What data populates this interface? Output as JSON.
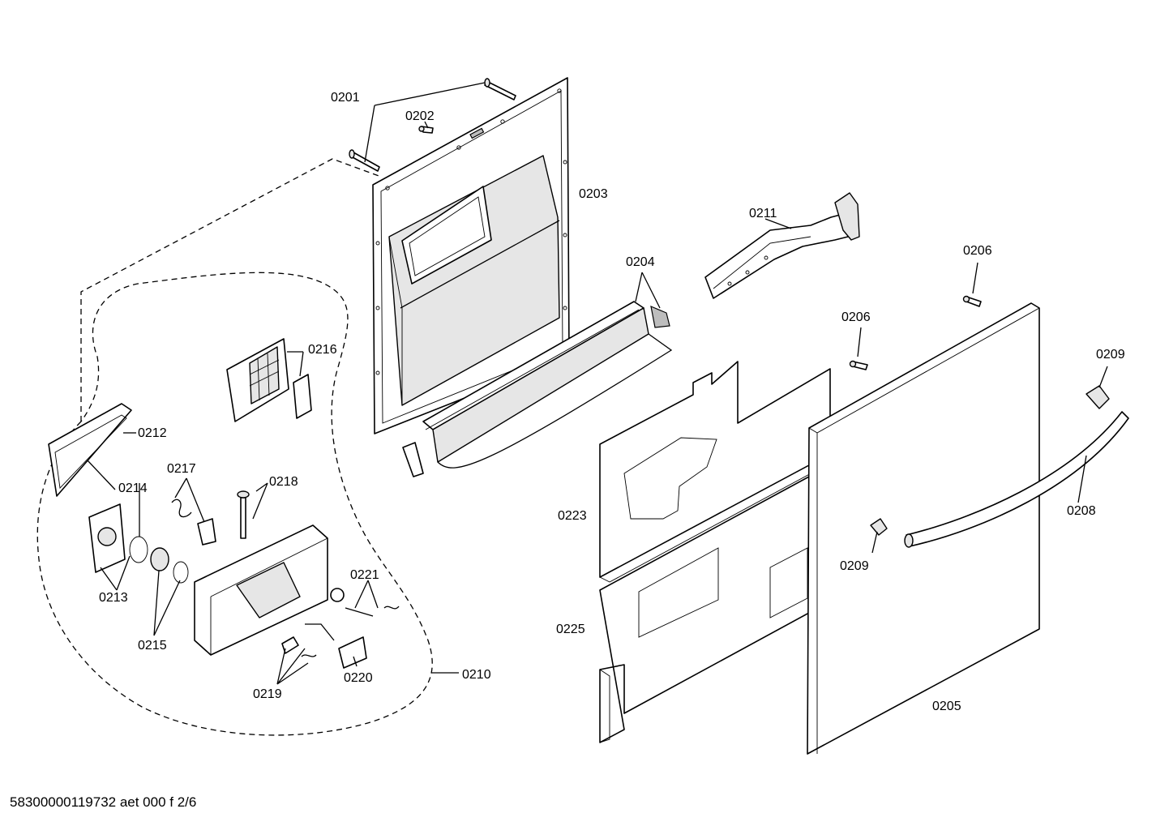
{
  "labels": {
    "l0201": "0201",
    "l0202": "0202",
    "l0203": "0203",
    "l0204": "0204",
    "l0205": "0205",
    "l0206a": "0206",
    "l0206b": "0206",
    "l0208": "0208",
    "l0209a": "0209",
    "l0209b": "0209",
    "l0210": "0210",
    "l0211": "0211",
    "l0212": "0212",
    "l0213": "0213",
    "l0214": "0214",
    "l0215": "0215",
    "l0216": "0216",
    "l0217": "0217",
    "l0218": "0218",
    "l0219": "0219",
    "l0220": "0220",
    "l0221": "0221",
    "l0223": "0223",
    "l0225": "0225"
  },
  "footer": {
    "code": "58300000119732 aet 000 f 2/6"
  },
  "colors": {
    "line": "#000000",
    "background": "#ffffff",
    "part_fill": "#ffffff",
    "shade_light": "#e6e6e6",
    "shade_dark": "#bdbdbd"
  }
}
